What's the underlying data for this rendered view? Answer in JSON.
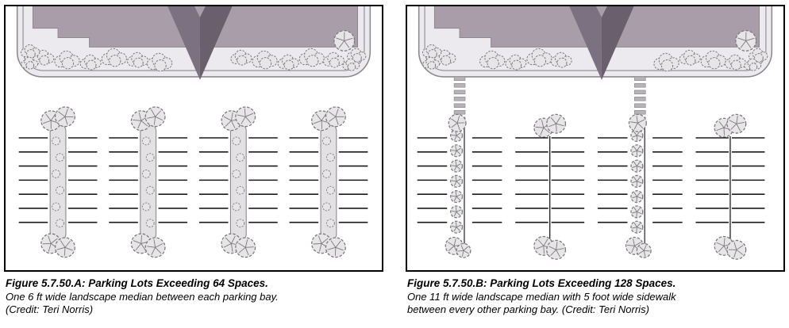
{
  "figures": [
    {
      "id": "A",
      "title": "Figure 5.7.50.A: Parking Lots Exceeding 64 Spaces.",
      "caption_lines": [
        "One 6 ft wide landscape median between each parking bay.",
        "(Credit: Teri Norris)"
      ],
      "diagram": {
        "type": "site-plan",
        "parking_bays": 4,
        "stalls_per_row": 7,
        "median_type": "landscape",
        "median_width_ft": 6
      }
    },
    {
      "id": "B",
      "title": "Figure 5.7.50.B: Parking Lots Exceeding 128 Spaces.",
      "caption_lines": [
        "One 11 ft wide landscape median with 5 foot wide sidewalk",
        "between every other parking bay. (Credit: Teri Norris)"
      ],
      "diagram": {
        "type": "site-plan",
        "parking_bays": 4,
        "stalls_per_row": 7,
        "median_type": "alternating",
        "median_width_ft": 11,
        "sidewalk_width_ft": 5
      }
    }
  ],
  "colors": {
    "frame": "#000000",
    "outline": "#8d8a8e",
    "site_fill": "#eceaee",
    "building_fill": "#a89da9",
    "canopy_light": "#7c7180",
    "canopy_dark": "#695f6d",
    "foliage_fill": "#e7e5e8",
    "foliage_stroke": "#7c797d",
    "median_fill": "#e3e1e4",
    "stripe": "#1a1a1a",
    "sidewalk": "#55525a",
    "crosswalk_fill": "#b7b3b8"
  }
}
